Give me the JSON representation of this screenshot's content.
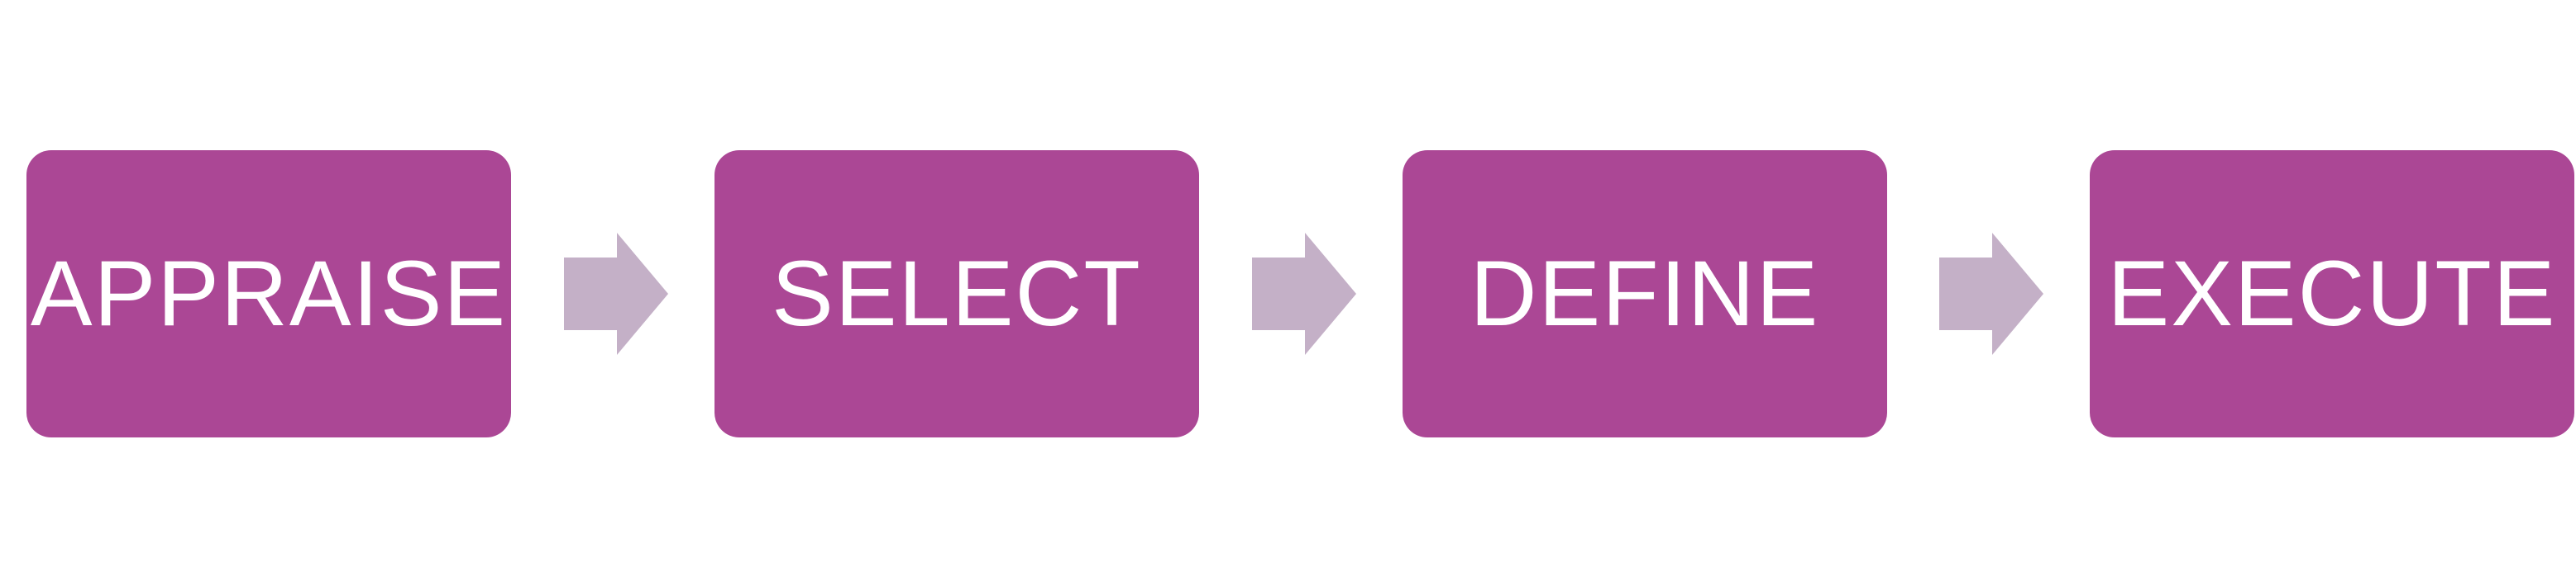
{
  "diagram": {
    "steps": [
      {
        "label": "APPRAISE"
      },
      {
        "label": "SELECT"
      },
      {
        "label": "DEFINE"
      },
      {
        "label": "EXECUTE"
      }
    ]
  },
  "colors": {
    "step_fill": "#ab4795",
    "step_text": "#ffffff",
    "arrow_fill": "#c4b0c7",
    "background": "#ffffff"
  }
}
